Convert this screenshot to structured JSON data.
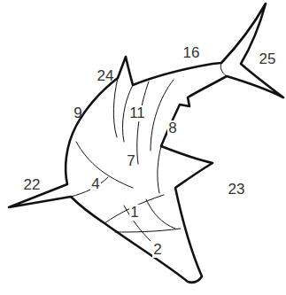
{
  "diagram": {
    "labels": [
      "16",
      "25",
      "24",
      "9",
      "11",
      "8",
      "7",
      "22",
      "4",
      "23",
      "1",
      "2"
    ]
  }
}
